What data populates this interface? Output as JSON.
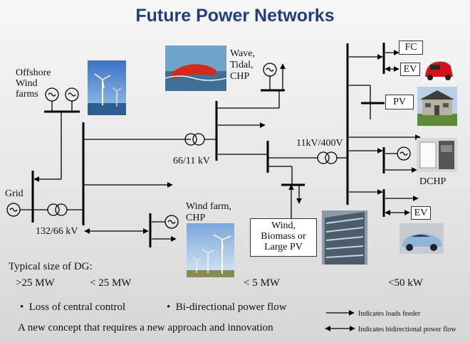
{
  "title": "Future Power Networks",
  "labels": {
    "offshore": [
      "Offshore",
      "Wind",
      "farms"
    ],
    "wave": [
      "Wave,",
      "Tidal,",
      "CHP"
    ],
    "grid": "Grid",
    "kv132": "132/66 kV",
    "kv66": "66/11 kV",
    "kv11": "11kV/400V",
    "windfarm": [
      "Wind farm,",
      "CHP"
    ],
    "wind_box": [
      "Wind,",
      "Biomass or",
      "Large PV"
    ],
    "fc": "FC",
    "ev1": "EV",
    "pv": "PV",
    "dchp": "DCHP",
    "ev2": "EV"
  },
  "typical": {
    "heading": "Typical size of DG:",
    "sizes": [
      ">25 MW",
      "< 25 MW",
      "< 5 MW",
      "<50 kW"
    ]
  },
  "bullets": [
    "Loss of central control",
    "Bi-directional power flow"
  ],
  "footer": "A new concept that requires a new approach and innovation",
  "legend": {
    "feeder": "Indicates loads feeder",
    "bidirectional": "Indicates bidirectional power flow"
  },
  "icons": [
    "generator-icon",
    "transformer-icon",
    "wind-turbine-photo",
    "wave-device-photo",
    "electric-car-photo",
    "house-photo",
    "chp-unit-photo",
    "building-photo"
  ]
}
